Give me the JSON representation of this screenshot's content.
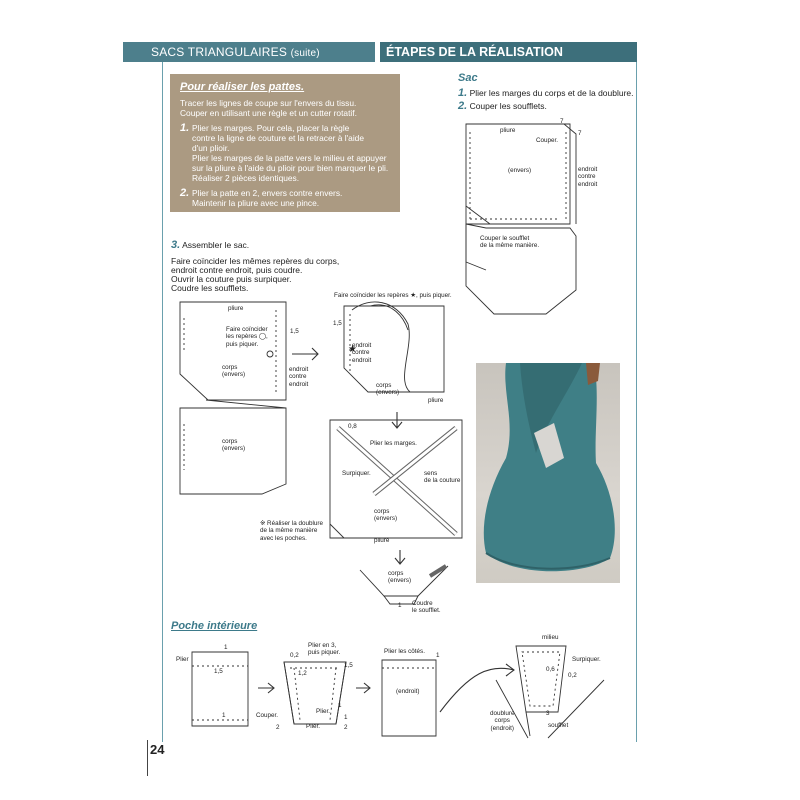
{
  "header": {
    "left_title": "SACS TRIANGULAIRES",
    "left_suite": "(suite)",
    "right_title": "ÉTAPES DE LA RÉALISATION"
  },
  "page_number": "24",
  "pattes": {
    "title": "Pour réaliser les pattes.",
    "intro1": "Tracer les lignes de coupe sur l'envers du tissu.",
    "intro2": "Couper en utilisant une règle et un cutter rotatif.",
    "step1_num": "1.",
    "step1_l1": "Plier les marges. Pour cela, placer la règle",
    "step1_l2": "contre la ligne de couture et la retracer à l'aide",
    "step1_l3": "d'un plioir.",
    "step1_l4": "Plier les marges de la patte vers le milieu et appuyer",
    "step1_l5": "sur la pliure à l'aide du plioir pour bien marquer le pli.",
    "step1_l6": "Réaliser 2 pièces identiques.",
    "step2_num": "2.",
    "step2_l1": "Plier la patte en 2, envers contre envers.",
    "step2_l2": "Maintenir la pliure avec une pince."
  },
  "sac": {
    "title": "Sac",
    "step1_num": "1.",
    "step1": "Plier les marges du corps et de la doublure.",
    "step2_num": "2.",
    "step2": "Couper les soufflets.",
    "d1": {
      "pliure": "pliure",
      "couper": "Couper.",
      "n7a": "7",
      "n7b": "7",
      "envers": "(envers)",
      "endroit1": "endroit",
      "endroit2": "contre",
      "endroit3": "endroit",
      "cs1": "Couper le soufflet",
      "cs2": "de la même manière."
    }
  },
  "step3": {
    "num": "3.",
    "title": "Assembler le sac.",
    "l1": "Faire coïncider les mêmes repères du corps,",
    "l2": "endroit contre endroit, puis coudre.",
    "l3": "Ouvrir la couture puis surpiquer.",
    "l4": "Coudre les soufflets.",
    "d2": {
      "pliure": "pliure",
      "fc1": "Faire coïncider",
      "fc2": "les repères ◯,",
      "fc3": "puis piquer.",
      "n15": "1,5",
      "corps": "corps",
      "envers": "(envers)",
      "e1": "endroit",
      "e2": "contre",
      "e3": "endroit",
      "corps2": "corps",
      "envers2": "(envers)"
    },
    "d3": {
      "note": "Faire coïncider les repères ★, puis piquer.",
      "n15": "1,5",
      "e1": "endroit",
      "e2": "contre",
      "e3": "endroit",
      "corps": "corps",
      "envers": "(envers)",
      "pliure": "pliure",
      "star": "★"
    },
    "d4": {
      "n08": "0,8",
      "plier": "Plier les marges.",
      "surpiquer": "Surpiquer.",
      "sens1": "sens",
      "sens2": "de la couture",
      "corps": "corps",
      "envers": "(envers)",
      "pliure": "pliure",
      "note1": "※ Réaliser la doublure",
      "note2": "de la même manière",
      "note3": "avec les poches."
    },
    "d5": {
      "corps": "corps",
      "envers": "(envers)",
      "n1": "1",
      "coudre1": "Coudre",
      "coudre2": "le soufflet."
    }
  },
  "poche": {
    "title": "Poche intérieure",
    "a": {
      "plier": "Plier",
      "n1a": "1",
      "n15": "1,5",
      "n1b": "1"
    },
    "b": {
      "p3a": "Plier en 3,",
      "p3b": "puis piquer.",
      "n02": "0,2",
      "n12": "1,2",
      "n15": "1,5",
      "couper": "Couper.",
      "plier1": "Plier.",
      "plier2": "Plier.",
      "n2a": "2",
      "n2b": "2",
      "n1a": "1",
      "n1b": "1"
    },
    "c": {
      "plier": "Plier les côtés.",
      "n1": "1",
      "endroit": "(endroit)"
    },
    "d": {
      "milieu": "milieu",
      "n06": "0,6",
      "surpiquer": "Surpiquer.",
      "n02": "0,2",
      "n3": "3",
      "dbl1": "doublure",
      "dbl2": "corps",
      "dbl3": "(endroit)",
      "souf": "soufflet"
    }
  }
}
